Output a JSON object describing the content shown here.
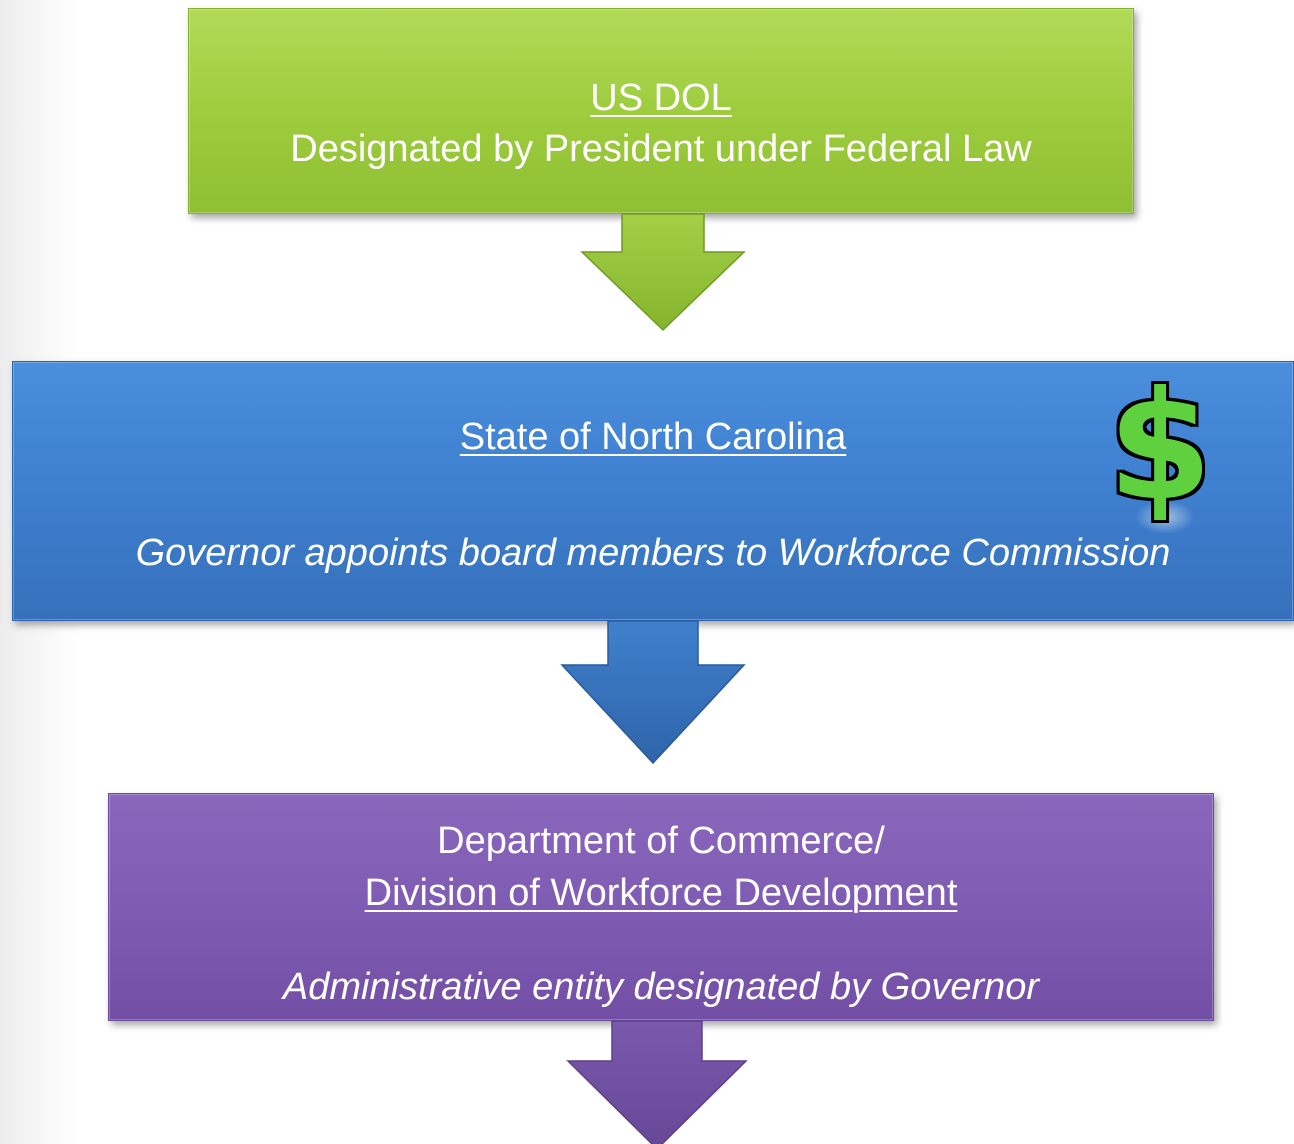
{
  "boxes": [
    {
      "heading": "US DOL",
      "subtitle": "Designated by President under Federal Law",
      "color": "#9ccb3c"
    },
    {
      "heading": "State of North Carolina",
      "subtitle": "Governor appoints board members to Workforce Commission",
      "color": "#3e7fcf"
    },
    {
      "heading_line1": "Department of Commerce/",
      "heading_line2": "Division of Workforce Development",
      "subtitle": "Administrative entity designated by Governor",
      "color": "#7f5cb3"
    }
  ],
  "icons": {
    "funding": "dollar-sign-icon",
    "arrow": "down-arrow-icon"
  }
}
